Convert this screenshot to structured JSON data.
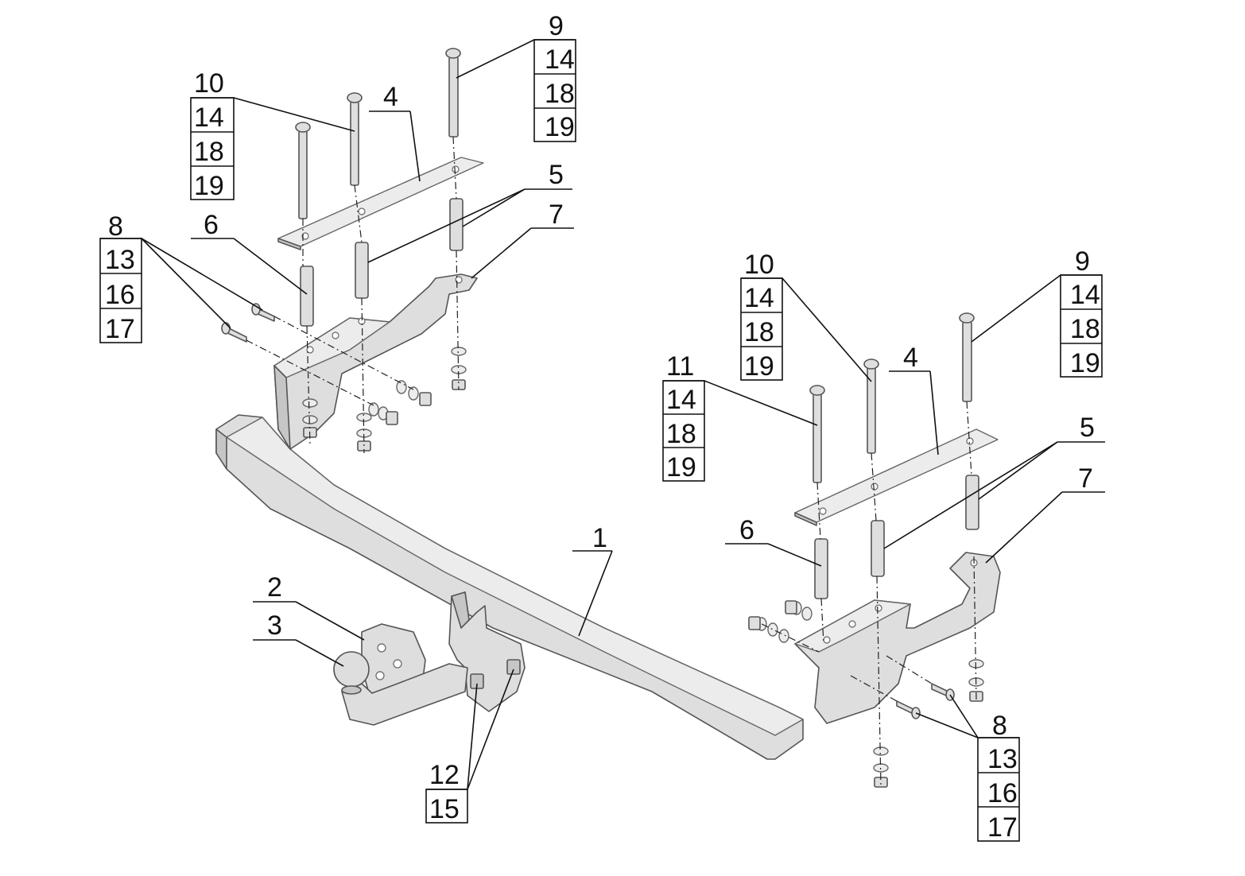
{
  "labels": {
    "l1": "1",
    "l2": "2",
    "l3": "3",
    "l4a": "4",
    "l4b": "4",
    "l5a": "5",
    "l5b": "5",
    "l6a": "6",
    "l6b": "6",
    "l7a": "7",
    "l7b": "7",
    "l11": "11"
  },
  "stacks": {
    "s9_left": [
      "9",
      "14",
      "18",
      "19"
    ],
    "s10_left": [
      "10",
      "14",
      "18",
      "19"
    ],
    "s8_left": [
      "8",
      "13",
      "16",
      "17"
    ],
    "s10_right": [
      "10",
      "14",
      "18",
      "19"
    ],
    "s9_right": [
      "9",
      "14",
      "18",
      "19"
    ],
    "s11_right": [
      "14",
      "18",
      "19"
    ],
    "s12": [
      "12",
      "15"
    ],
    "s8_right": [
      "8",
      "13",
      "16",
      "17"
    ]
  },
  "colors": {
    "part_fill": "#dedede",
    "part_shade": "#c6c6c6",
    "outline": "#555555",
    "leader": "#111111"
  }
}
